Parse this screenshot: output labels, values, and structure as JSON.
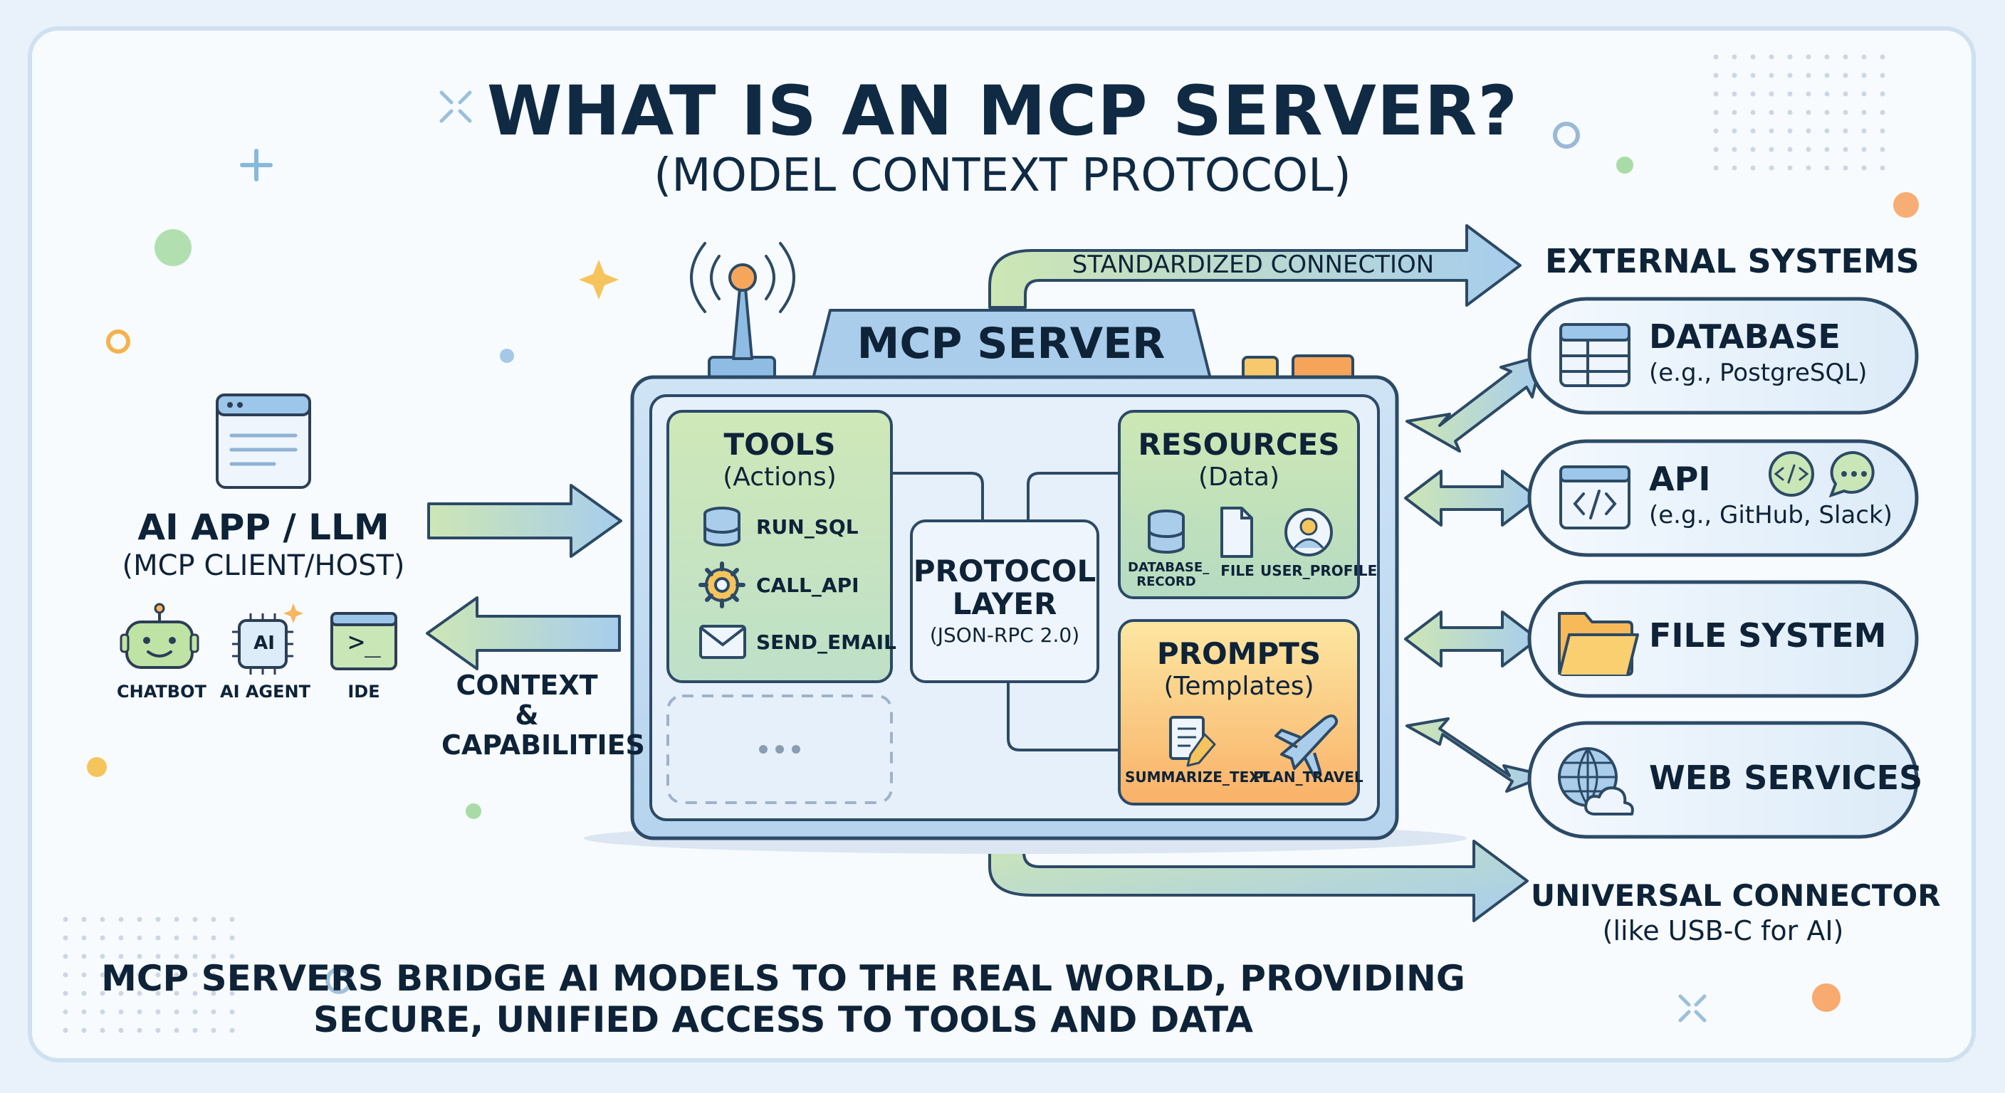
{
  "title": "WHAT IS AN MCP SERVER?",
  "subtitle": "(MODEL CONTEXT PROTOCOL)",
  "client": {
    "title": "AI APP / LLM",
    "subtitle": "(MCP CLIENT/HOST)",
    "examples": [
      "CHATBOT",
      "AI AGENT",
      "IDE"
    ],
    "agent_badge": "AI",
    "ide_glyph": ">_"
  },
  "arrows": {
    "context_label": "CONTEXT & CAPABILITIES",
    "top_label": "STANDARDIZED CONNECTION"
  },
  "server": {
    "title": "MCP SERVER",
    "tools": {
      "title": "TOOLS",
      "subtitle": "(Actions)",
      "items": [
        "RUN_SQL",
        "CALL_API",
        "SEND_EMAIL"
      ],
      "more": "..."
    },
    "protocol": {
      "title_line1": "PROTOCOL",
      "title_line2": "LAYER",
      "subtitle": "(JSON-RPC 2.0)"
    },
    "resources": {
      "title": "RESOURCES",
      "subtitle": "(Data)",
      "items": [
        "DATABASE_ RECORD",
        "FILE",
        "USER_PROFILE"
      ]
    },
    "prompts": {
      "title": "PROMPTS",
      "subtitle": "(Templates)",
      "items": [
        "SUMMARIZE_TEXT",
        "PLAN_TRAVEL"
      ]
    }
  },
  "external": {
    "heading": "EXTERNAL SYSTEMS",
    "systems": [
      {
        "name": "DATABASE",
        "detail": "(e.g., PostgreSQL)",
        "icon": "table-icon"
      },
      {
        "name": "API",
        "detail": "(e.g., GitHub, Slack)",
        "icon": "code-window-icon"
      },
      {
        "name": "FILE SYSTEM",
        "detail": "",
        "icon": "folder-icon"
      },
      {
        "name": "WEB SERVICES",
        "detail": "",
        "icon": "globe-cloud-icon"
      }
    ]
  },
  "connector": {
    "title": "UNIVERSAL CONNECTOR",
    "subtitle": "(like USB-C for AI)"
  },
  "footer": {
    "line1": "MCP SERVERS BRIDGE AI MODELS TO THE REAL WORLD, PROVIDING",
    "line2": "SECURE, UNIFIED ACCESS TO TOOLS AND DATA"
  },
  "colors": {
    "background": "#e9f1fa",
    "frame": "#f7fbfe",
    "navy": "#102a44",
    "server_blue": "#a9cdea",
    "tools_green": "#c6e3b2",
    "resources_green": "#c4e1b0",
    "prompts_orange": "#f8c070",
    "arrow_gradient_start": "#cde6b4",
    "arrow_gradient_end": "#a7cded",
    "accent_orange": "#f6a65a"
  }
}
